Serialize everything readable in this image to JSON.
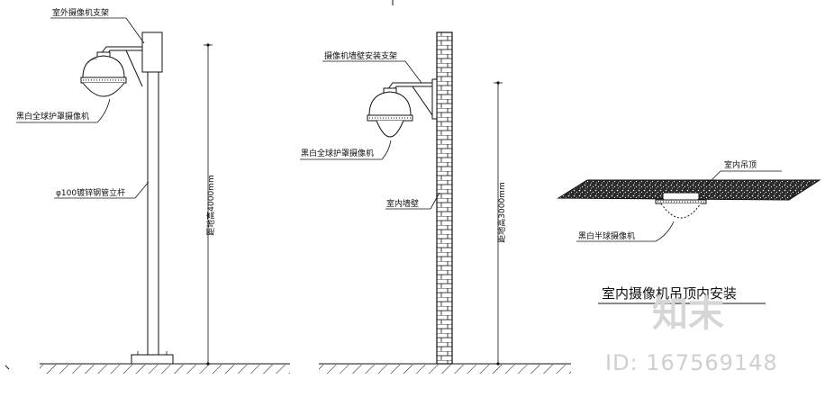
{
  "diagram1": {
    "bracket_label": "室外摄像机支架",
    "camera_label": "黑白全球护罩摄像机",
    "pole_label": "φ100镀锌钢管立杆",
    "height_label": "距地高4000mm"
  },
  "diagram2": {
    "bracket_label": "摄像机墙壁安装支架",
    "camera_label": "黑白全球护罩摄像机",
    "wall_label": "室内墙壁",
    "height_label": "距地高3000mm"
  },
  "diagram3": {
    "ceiling_label": "室内吊顶",
    "camera_label": "黑白半球摄像机",
    "caption": "室内摄像机吊顶内安装"
  },
  "watermark": {
    "logo_text": "知末",
    "id_text": "ID: 167569148"
  }
}
